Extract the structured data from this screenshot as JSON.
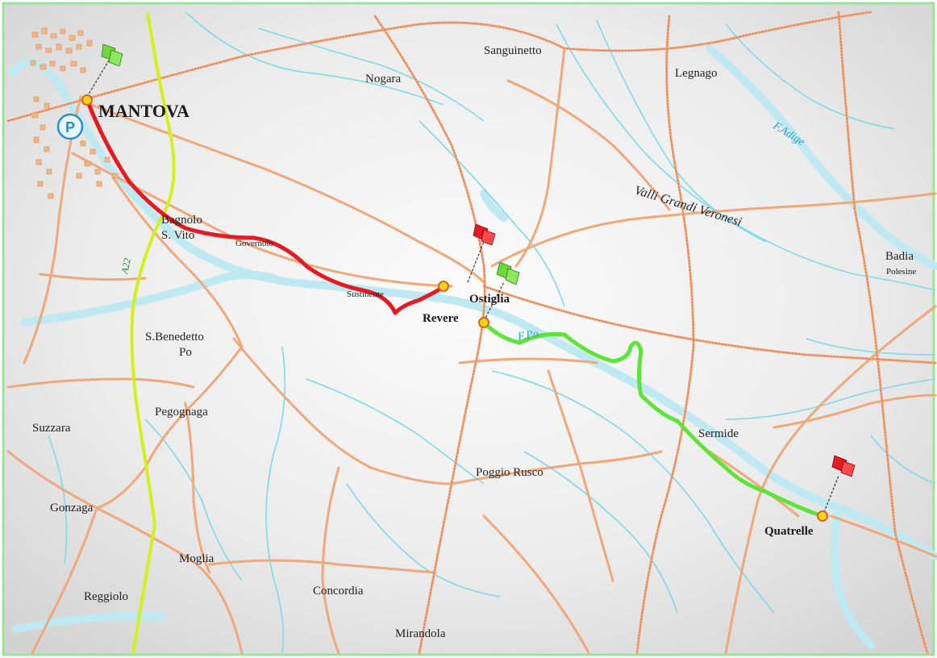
{
  "map": {
    "colors": {
      "border": "#9be39b",
      "route_red": "#e31b23",
      "route_green": "#5ee33a",
      "motorway": "#d4f01a",
      "roads": "#f0a779",
      "rivers": "#7fd9ea",
      "marker": "#f7d21b",
      "flag_green": "#6fd83c",
      "flag_red": "#e31b23"
    },
    "labels": {
      "mantova": "MANTOVA",
      "ostiglia": "Ostiglia",
      "revere": "Revere",
      "quatrelle": "Quatrelle",
      "sanguinetto": "Sanguinetto",
      "nogara": "Nogara",
      "legnago": "Legnago",
      "badia": "Badia",
      "polesine": "Polesine",
      "valli": "Valli Grandi Veronesi",
      "bagnolo": "Bagnolo",
      "svito": "S. Vito",
      "governolo": "Governolo",
      "sustinente": "Sustinente",
      "sbenedetto": "S.Benedetto",
      "po": "Po",
      "suzzara": "Suzzara",
      "pegognaga": "Pegognaga",
      "gonzaga": "Gonzaga",
      "moglia": "Moglia",
      "reggiolo": "Reggiolo",
      "concordia": "Concordia",
      "mirandola": "Mirandola",
      "poggio_rusco": "Poggio Rusco",
      "sermide": "Sermide",
      "fpo": "F.Po",
      "fadige": "F.Adige",
      "a22": "A22",
      "parking": "P"
    },
    "icons": [
      "parking-icon",
      "flag-green-icon",
      "flag-red-icon",
      "waypoint-marker-icon"
    ]
  }
}
